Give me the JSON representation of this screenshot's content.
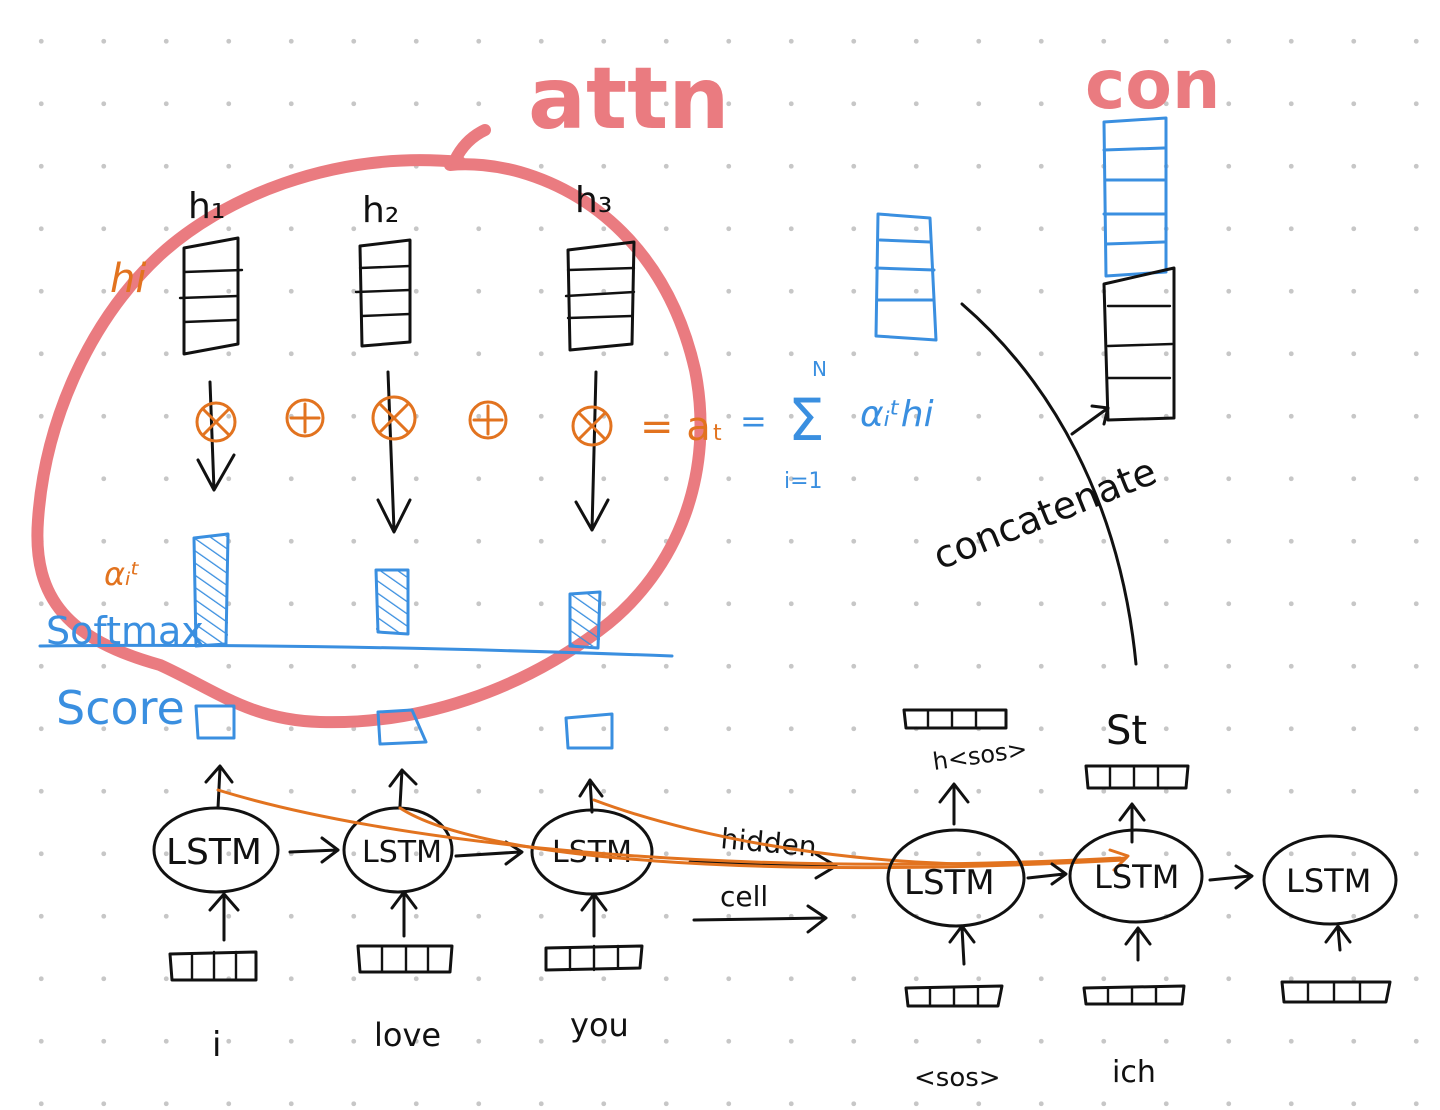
{
  "colors": {
    "ink": "#111111",
    "blue": "#3a8fe0",
    "orange": "#e2731f",
    "red": "#ea7b80"
  },
  "annotations": {
    "attn_label": "attn",
    "concat_label": "con",
    "concatenate": "concatenate",
    "hi_label": "hi",
    "alpha_label": "αᵢᵗ",
    "softmax_label": "Softmax",
    "score_label": "Score",
    "hidden_label": "hidden",
    "cell_label": "cell",
    "st_label": "St",
    "h_sos_label": "h<sos>"
  },
  "encoder": {
    "hidden_labels": [
      "h₁",
      "h₂",
      "h₃"
    ],
    "cell_label": "LSTM",
    "words": [
      "i",
      "love",
      "you"
    ],
    "operators": [
      "⊗",
      "⊕",
      "⊗",
      "⊕",
      "⊗"
    ]
  },
  "formula": {
    "lhs": "= a",
    "lhs_sub": "t",
    "equals": "=",
    "sum": "Σ",
    "upper": "N",
    "lower": "i=1",
    "term": "αᵢᵗhi"
  },
  "decoder": {
    "cell_label": "LSTM",
    "words": [
      "<sos>",
      "ich"
    ]
  }
}
